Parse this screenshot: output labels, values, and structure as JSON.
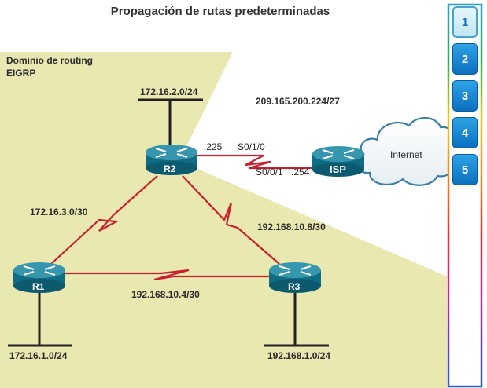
{
  "title": "Propagación de rutas predeterminadas",
  "domain_label": {
    "line1": "Dominio de routing",
    "line2": "EIGRP"
  },
  "routers": [
    {
      "id": "R2",
      "label": "R2"
    },
    {
      "id": "R1",
      "label": "R1"
    },
    {
      "id": "R3",
      "label": "R3"
    },
    {
      "id": "ISP",
      "label": "ISP"
    }
  ],
  "networks": {
    "r2_lan": "172.16.2.0/24",
    "r1_lan": "172.16.1.0/24",
    "r3_lan": "192.168.1.0/24",
    "r1_r2": "172.16.3.0/30",
    "r2_r3": "192.168.10.8/30",
    "r1_r3": "192.168.10.4/30",
    "r2_isp": "209.165.200.224/27"
  },
  "interfaces": {
    "r2_ip": ".225",
    "r2_if": "S0/1/0",
    "isp_if": "S0/0/1",
    "isp_ip": ".254"
  },
  "cloud_label": "Internet",
  "nav": {
    "items": [
      "1",
      "2",
      "3",
      "4",
      "5"
    ],
    "active_index": 0
  },
  "colors": {
    "domain_fill": "#e9e8b0",
    "link": "#c8202f",
    "router_top": "#2d8fa6",
    "router_body": "#0d6b83"
  }
}
